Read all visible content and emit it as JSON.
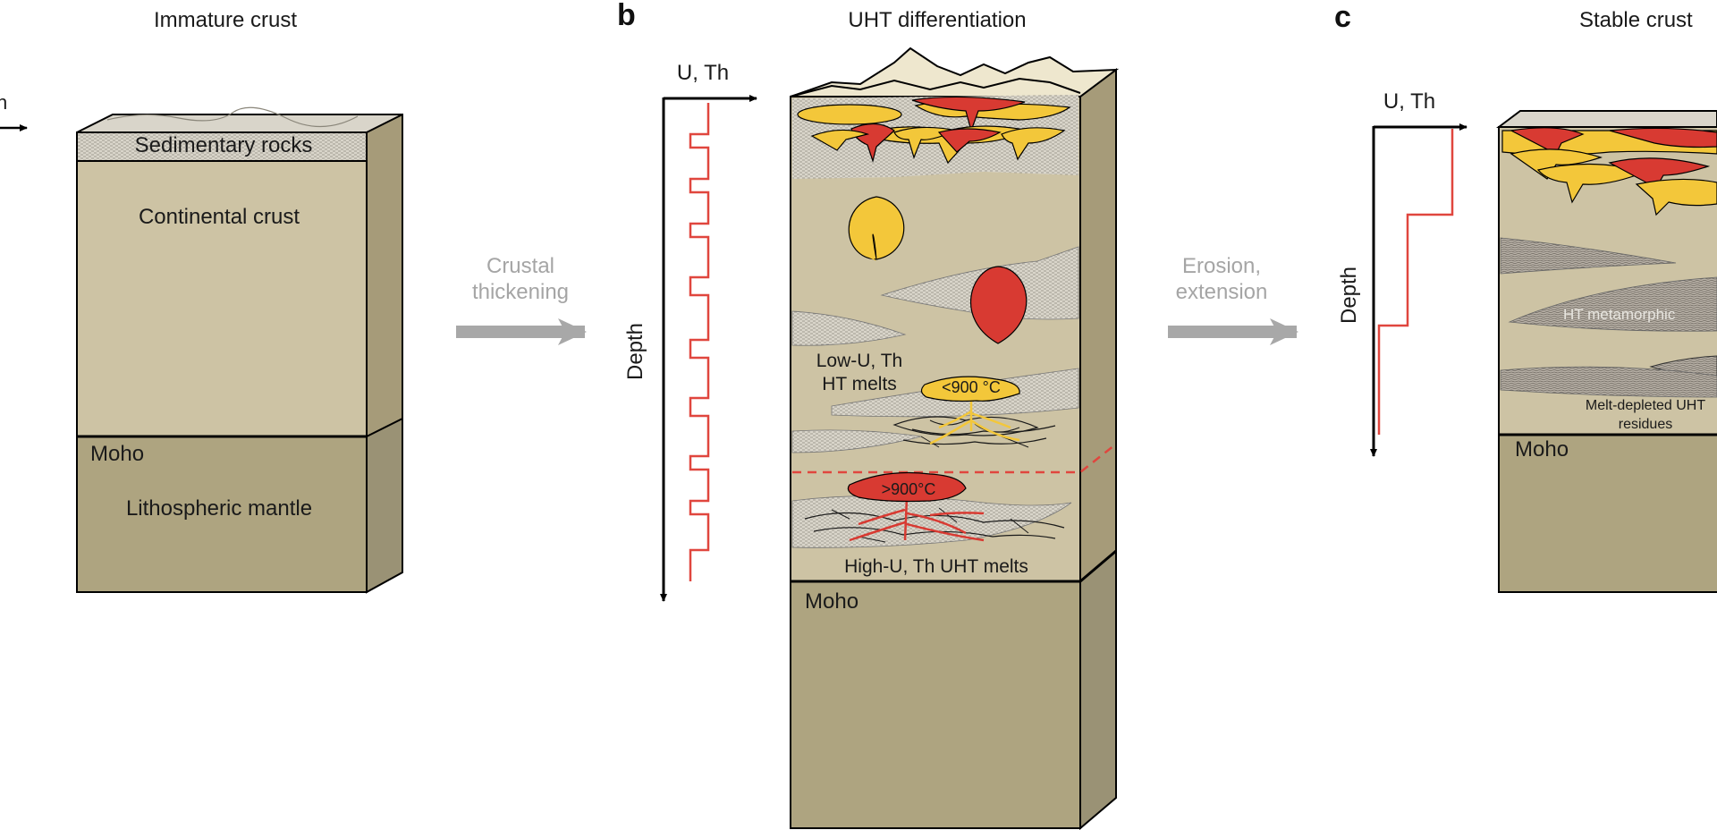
{
  "panel_a": {
    "title": "Immature crust",
    "sedimentary": "Sedimentary rocks",
    "continental": "Continental crust",
    "moho": "Moho",
    "mantle": "Lithospheric mantle"
  },
  "arrow_1": {
    "line1": "Crustal",
    "line2": "thickening"
  },
  "panel_b": {
    "letter": "b",
    "title": "UHT differentiation",
    "x_axis": "U, Th",
    "y_axis": "Depth",
    "low_melts_1": "Low-U, Th",
    "low_melts_2": "HT melts",
    "temp_low": "<900 °C",
    "temp_high": ">900°C",
    "high_melts": "High-U, Th UHT melts",
    "moho": "Moho"
  },
  "arrow_2": {
    "line1": "Erosion,",
    "line2": "extension"
  },
  "panel_c": {
    "letter": "c",
    "title": "Stable crust",
    "x_axis": "U, Th",
    "y_axis": "Depth",
    "hint_label": "HT metamorphic",
    "residues_1": "Melt-depleted UHT",
    "residues_2": "residues",
    "moho": "Moho"
  },
  "colors": {
    "crust": "#cdc3a4",
    "mantle": "#aea480",
    "side_crust": "#a69b79",
    "side_mantle": "#9a9275",
    "sediment_band": "#d6d2c6",
    "yellow_melt": "#f3c73a",
    "red_melt": "#d83a32",
    "arrow_grey": "#a8a8a8"
  }
}
